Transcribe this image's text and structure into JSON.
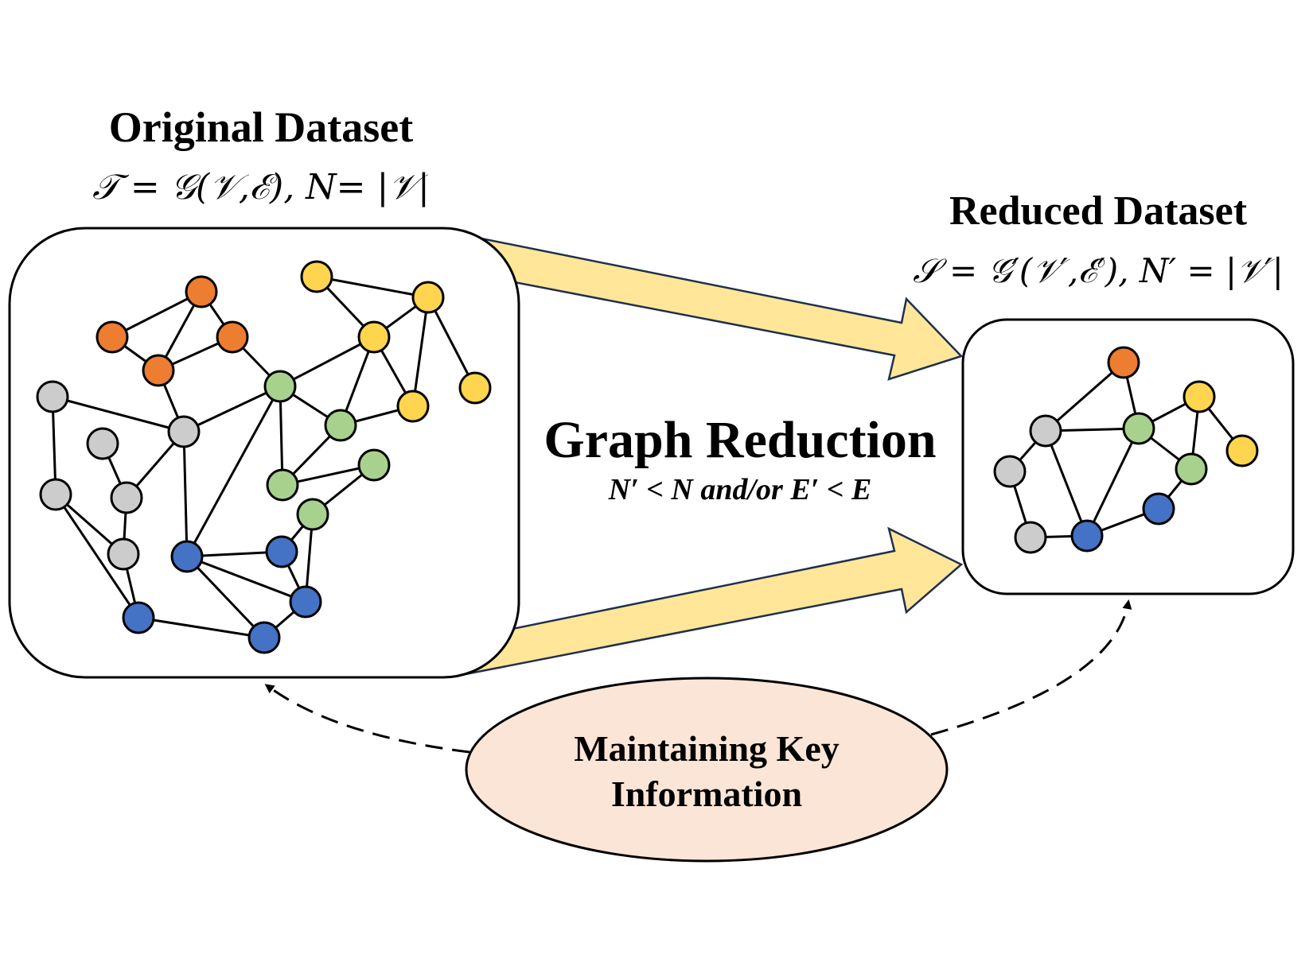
{
  "original": {
    "title": "Original Dataset",
    "formula": "𝒯 = 𝒢(𝒱,ℰ),  N= |𝒱|"
  },
  "reduced": {
    "title": "Reduced Dataset",
    "formula": "𝒮 = 𝒢′(𝒱′,ℰ′), N′ = |𝒱′|"
  },
  "process": {
    "title": "Graph Reduction",
    "condition": "N′ < N and/or E′ < E"
  },
  "goal": {
    "line1": "Maintaining Key",
    "line2": "Information"
  },
  "colors": {
    "orange": "#ed7d31",
    "yellow": "#ffd54f",
    "green": "#a9d18e",
    "gray": "#cccccc",
    "blue": "#4472c4",
    "arrow_fill": "#ffe699",
    "arrow_stroke": "#1f2f4f",
    "ellipse_fill": "#fbe5d6"
  },
  "original_graph": {
    "nodes": [
      {
        "id": "o1",
        "color": "orange"
      },
      {
        "id": "o2",
        "color": "orange"
      },
      {
        "id": "o3",
        "color": "orange"
      },
      {
        "id": "o4",
        "color": "orange"
      },
      {
        "id": "y1",
        "color": "yellow"
      },
      {
        "id": "y2",
        "color": "yellow"
      },
      {
        "id": "y3",
        "color": "yellow"
      },
      {
        "id": "y4",
        "color": "yellow"
      },
      {
        "id": "y5",
        "color": "yellow"
      },
      {
        "id": "g1",
        "color": "green"
      },
      {
        "id": "g2",
        "color": "green"
      },
      {
        "id": "g3",
        "color": "green"
      },
      {
        "id": "g4",
        "color": "green"
      },
      {
        "id": "g5",
        "color": "green"
      },
      {
        "id": "a1",
        "color": "gray"
      },
      {
        "id": "a2",
        "color": "gray"
      },
      {
        "id": "a3",
        "color": "gray"
      },
      {
        "id": "a4",
        "color": "gray"
      },
      {
        "id": "a5",
        "color": "gray"
      },
      {
        "id": "a6",
        "color": "gray"
      },
      {
        "id": "b1",
        "color": "blue"
      },
      {
        "id": "b2",
        "color": "blue"
      },
      {
        "id": "b3",
        "color": "blue"
      },
      {
        "id": "b4",
        "color": "blue"
      },
      {
        "id": "b5",
        "color": "blue"
      }
    ],
    "edges": [
      [
        "o1",
        "o2"
      ],
      [
        "o1",
        "o3"
      ],
      [
        "o1",
        "o4"
      ],
      [
        "o2",
        "o3"
      ],
      [
        "o3",
        "o4"
      ],
      [
        "o4",
        "g1"
      ],
      [
        "o3",
        "a2"
      ],
      [
        "y1",
        "y2"
      ],
      [
        "y1",
        "y3"
      ],
      [
        "y2",
        "y3"
      ],
      [
        "y2",
        "y4"
      ],
      [
        "y2",
        "y5"
      ],
      [
        "y3",
        "y4"
      ],
      [
        "y3",
        "g1"
      ],
      [
        "y3",
        "g2"
      ],
      [
        "y4",
        "g2"
      ],
      [
        "g1",
        "g2"
      ],
      [
        "g1",
        "g3"
      ],
      [
        "g1",
        "b2"
      ],
      [
        "g2",
        "g3"
      ],
      [
        "g3",
        "g4"
      ],
      [
        "g4",
        "g5"
      ],
      [
        "g5",
        "b3"
      ],
      [
        "g5",
        "b4"
      ],
      [
        "a1",
        "a2"
      ],
      [
        "a1",
        "a4"
      ],
      [
        "a2",
        "a5"
      ],
      [
        "a2",
        "b2"
      ],
      [
        "a2",
        "g1"
      ],
      [
        "a3",
        "a5"
      ],
      [
        "a4",
        "a6"
      ],
      [
        "a4",
        "b1"
      ],
      [
        "a5",
        "a6"
      ],
      [
        "a6",
        "b1"
      ],
      [
        "b1",
        "b5"
      ],
      [
        "b2",
        "b3"
      ],
      [
        "b2",
        "b4"
      ],
      [
        "b2",
        "b5"
      ],
      [
        "b3",
        "b4"
      ],
      [
        "b4",
        "b5"
      ]
    ]
  },
  "reduced_graph": {
    "nodes": [
      {
        "id": "ro",
        "color": "orange"
      },
      {
        "id": "ry1",
        "color": "yellow"
      },
      {
        "id": "ry2",
        "color": "yellow"
      },
      {
        "id": "rg1",
        "color": "green"
      },
      {
        "id": "rg2",
        "color": "green"
      },
      {
        "id": "ra1",
        "color": "gray"
      },
      {
        "id": "ra2",
        "color": "gray"
      },
      {
        "id": "ra3",
        "color": "gray"
      },
      {
        "id": "rb1",
        "color": "blue"
      },
      {
        "id": "rb2",
        "color": "blue"
      }
    ],
    "edges": [
      [
        "ro",
        "ra1"
      ],
      [
        "ro",
        "rg1"
      ],
      [
        "ra1",
        "rg1"
      ],
      [
        "ra1",
        "ra2"
      ],
      [
        "ra1",
        "rb1"
      ],
      [
        "ra2",
        "ra3"
      ],
      [
        "ra3",
        "rb1"
      ],
      [
        "rg1",
        "rb1"
      ],
      [
        "rg1",
        "rg2"
      ],
      [
        "rg1",
        "ry1"
      ],
      [
        "ry1",
        "rg2"
      ],
      [
        "ry1",
        "ry2"
      ],
      [
        "rg2",
        "rb2"
      ],
      [
        "rb1",
        "rb2"
      ]
    ]
  }
}
